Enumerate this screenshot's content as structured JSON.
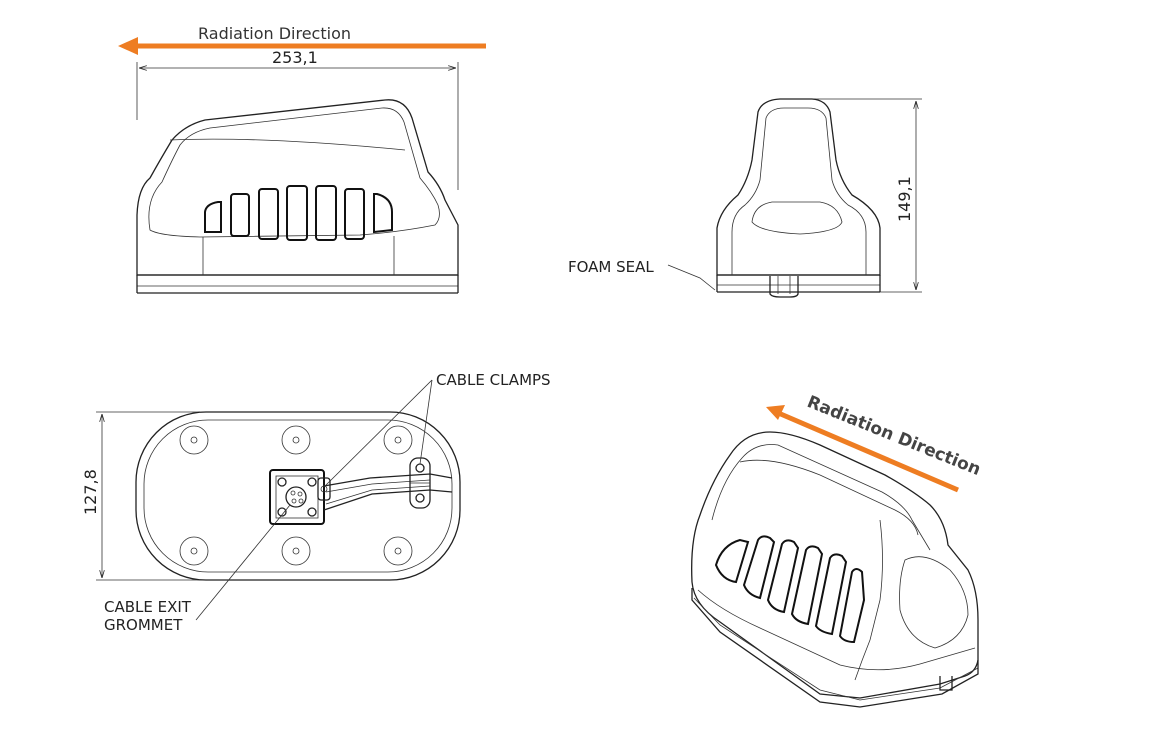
{
  "labels": {
    "radiation_direction_top": "Radiation  Direction",
    "radiation_direction_iso": "Radiation Direction",
    "foam_seal": "FOAM SEAL",
    "cable_clamps": "CABLE CLAMPS",
    "cable_exit_line1": "CABLE EXIT",
    "cable_exit_line2": "GROMMET"
  },
  "dimensions": {
    "width": "253,1",
    "height": "149,1",
    "depth": "127,8"
  },
  "colors": {
    "arrow": "#EE7D22",
    "line": "#222222"
  }
}
